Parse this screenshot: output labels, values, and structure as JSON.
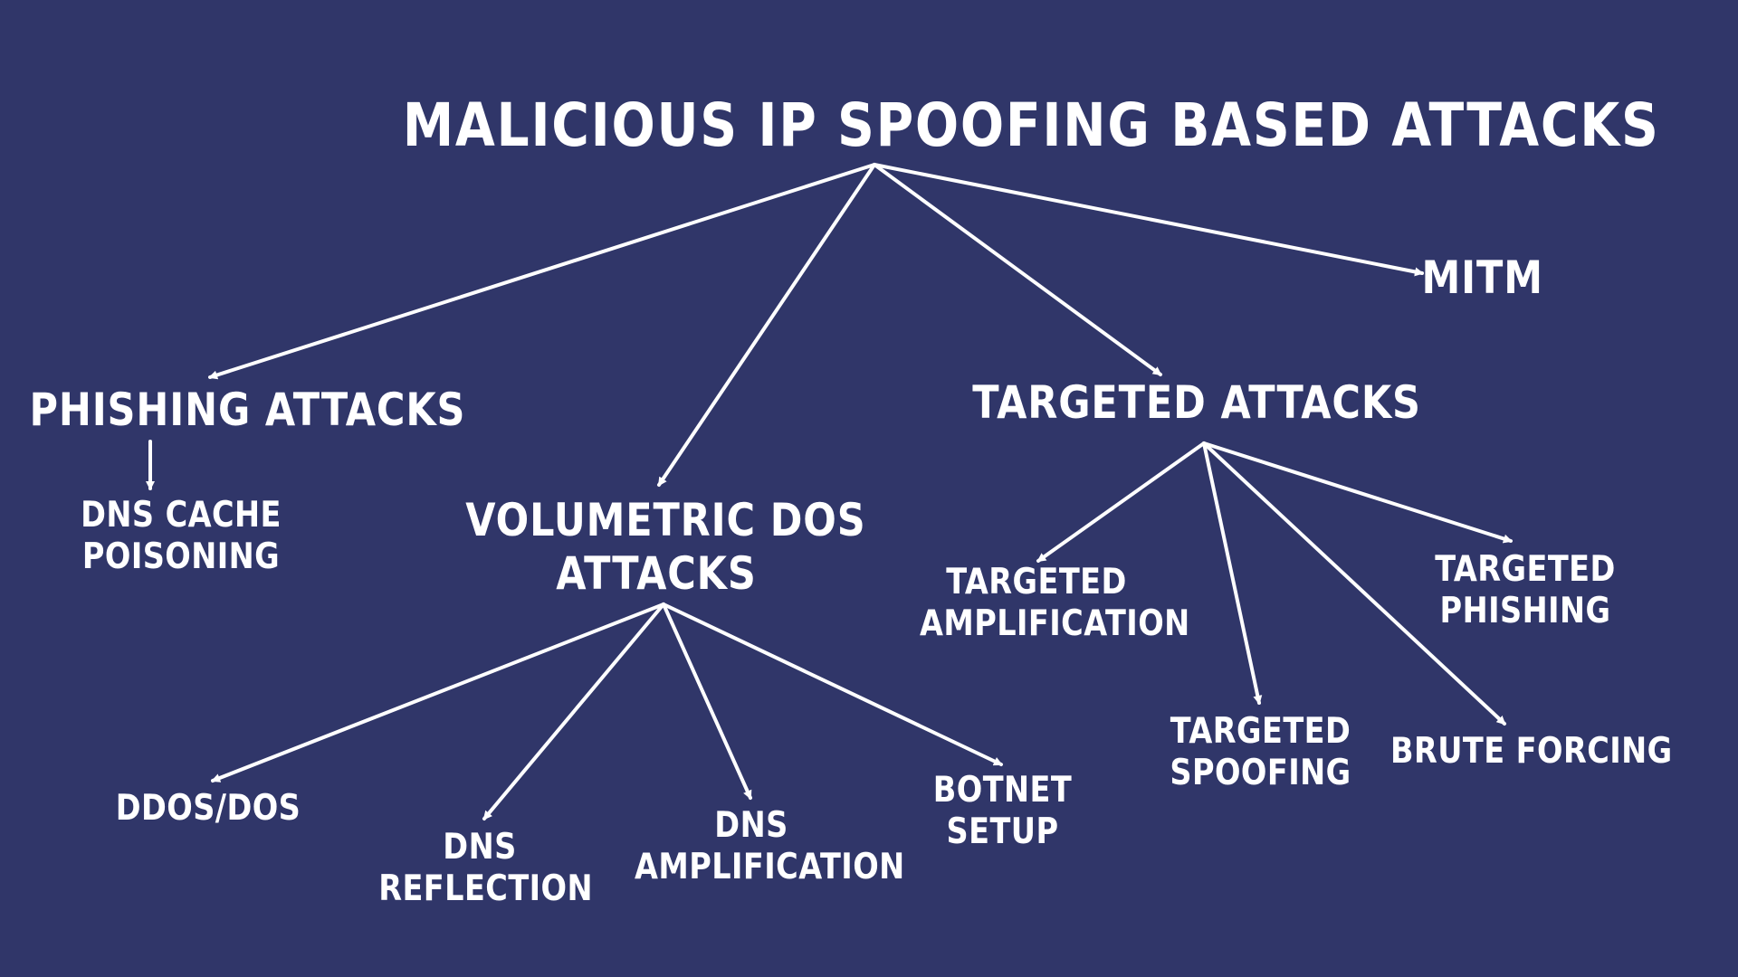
{
  "colors": {
    "background": "#303669",
    "foreground": "#ffffff"
  },
  "title": "MALICIOUS IP SPOOFING BASED ATTACKS",
  "branches": {
    "phishing": {
      "label": "PHISHING ATTACKS",
      "children": {
        "dns_cache_poisoning": [
          "DNS CACHE",
          "POISONING"
        ]
      }
    },
    "volumetric": {
      "label": [
        "VOLUMETRIC DOS",
        "ATTACKS"
      ],
      "children": {
        "ddos": [
          "DDOS/DOS"
        ],
        "dns_reflection": [
          "DNS",
          "REFLECTION"
        ],
        "dns_amplification": [
          "DNS",
          "AMPLIFICATION"
        ],
        "botnet_setup": [
          "BOTNET",
          "SETUP"
        ]
      }
    },
    "targeted": {
      "label": "TARGETED ATTACKS",
      "children": {
        "targeted_amplification": [
          "TARGETED",
          "AMPLIFICATION"
        ],
        "targeted_spoofing": [
          "TARGETED",
          "SPOOFING"
        ],
        "brute_forcing": [
          "BRUTE FORCING"
        ],
        "targeted_phishing": [
          "TARGETED",
          "PHISHING"
        ]
      }
    },
    "mitm": {
      "label": "MITM"
    }
  }
}
